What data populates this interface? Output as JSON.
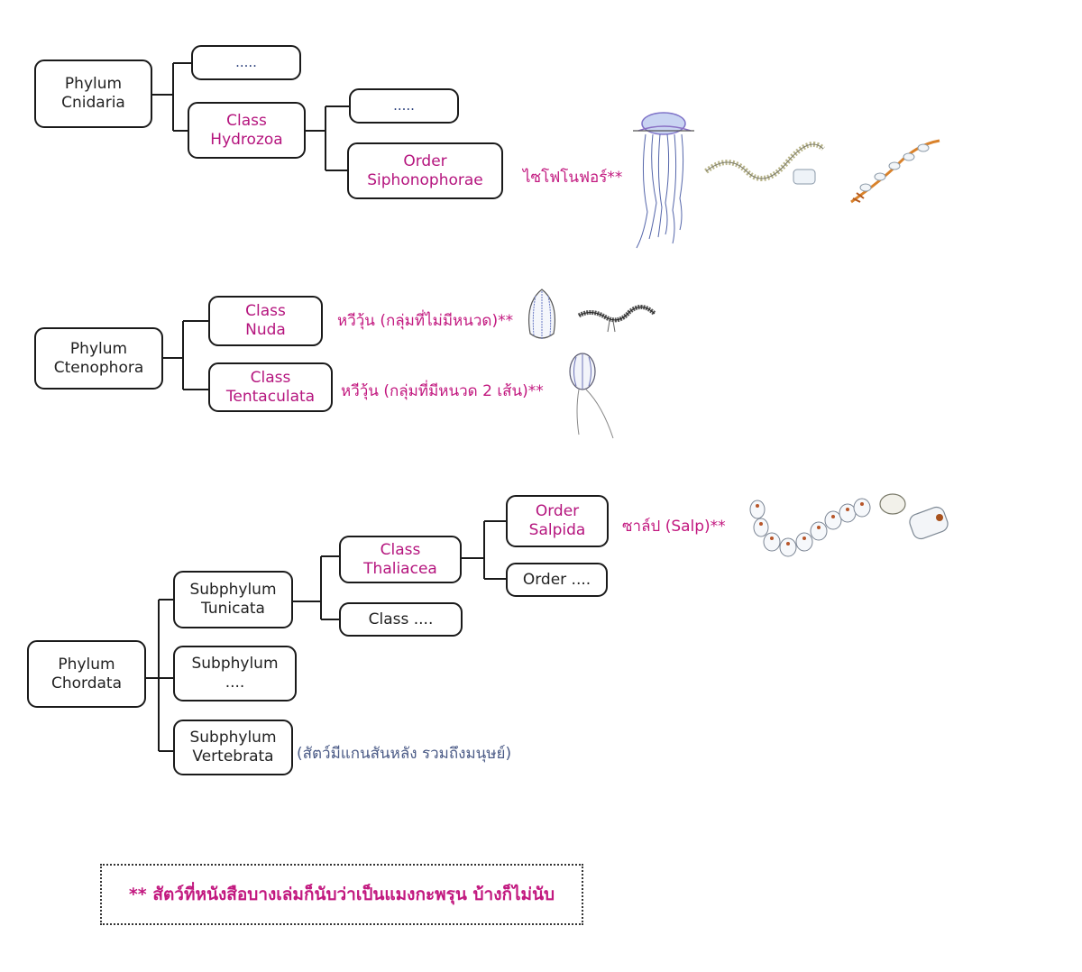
{
  "cnidaria": {
    "phylum": [
      "Phylum",
      "Cnidaria"
    ],
    "class_other": ".....",
    "class_hydrozoa": [
      "Class",
      "Hydrozoa"
    ],
    "order_other": ".....",
    "order_siphonophorae": [
      "Order",
      "Siphonophorae"
    ],
    "siphonophore_label": "ไซโฟโนฟอร์**"
  },
  "ctenophora": {
    "phylum": [
      "Phylum",
      "Ctenophora"
    ],
    "class_nuda": [
      "Class",
      "Nuda"
    ],
    "nuda_label": "หวีวุ้น (กลุ่มที่ไม่มีหนวด)**",
    "class_tentaculata": [
      "Class",
      "Tentaculata"
    ],
    "tentaculata_label": "หวีวุ้น (กลุ่มที่มีหนวด 2 เส้น)**"
  },
  "chordata": {
    "phylum": [
      "Phylum",
      "Chordata"
    ],
    "subphylum_tunicata": [
      "Subphylum",
      "Tunicata"
    ],
    "subphylum_other": [
      "Subphylum",
      "...."
    ],
    "subphylum_vertebrata": [
      "Subphylum",
      "Vertebrata"
    ],
    "vertebrata_note": "(สัตว์มีแกนสันหลัง รวมถึงมนุษย์)",
    "class_thaliacea": [
      "Class",
      "Thaliacea"
    ],
    "class_other": "Class ....",
    "order_salpida": [
      "Order",
      "Salpida"
    ],
    "order_other": "Order ....",
    "salp_label": "ซาล์ป (Salp)**"
  },
  "footnote": "** สัตว์ที่หนังสือบางเล่มก็นับว่าเป็นแมงกะพรุน บ้างก็ไม่นับ",
  "colors": {
    "accent": "#c2187f",
    "border": "#1a1a1a",
    "note": "#4a5a86",
    "dots": "#2a3f7a"
  }
}
